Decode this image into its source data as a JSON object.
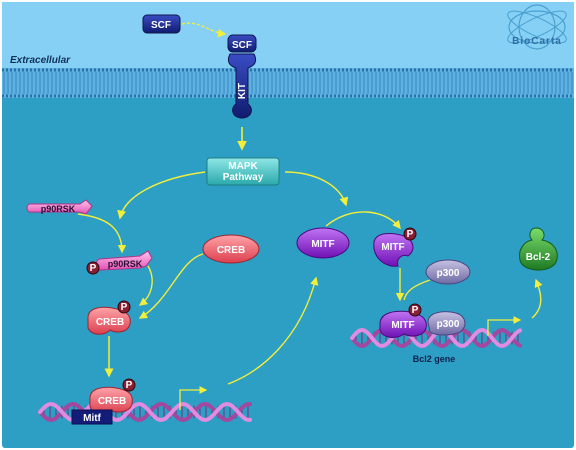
{
  "diagram": {
    "compartment_label": "Extracellular",
    "logo_text": "BioCarta",
    "nodes": {
      "scf_ligand": "SCF",
      "scf_bound": "SCF",
      "kit_receptor": "KIT",
      "mapk": [
        "MAPK",
        "Pathway"
      ],
      "p90rsk_inactive": "p90RSK",
      "p90rsk_active": "p90RSK",
      "creb_inactive": "CREB",
      "creb_active": "CREB",
      "creb_dna": "CREB",
      "mitf_gene_label": "Mitf",
      "mitf_protein": "MITF",
      "mitf_active": "MITF",
      "p300_free": "p300",
      "mitf_complex": "MITF",
      "p300_complex": "p300",
      "bcl2_gene_label": "Bcl2 gene",
      "bcl2_protein": "Bcl-2",
      "phospho": "P"
    },
    "colors": {
      "extracellular": "#86d0f5",
      "cytoplasm": "#2d9ec4",
      "membrane": "#4aa0d6",
      "arrow": "#f2ee3c",
      "scf_kit": "#1b2a8c",
      "mapk": "#3fc1c2",
      "pink": "#f46fc6",
      "creb": "#ef5f6a",
      "mitf": "#8d21d4",
      "p300": "#8e86bb",
      "bcl2": "#2e9a2e",
      "phospho": "#8a1f33",
      "dna": "#c566c2"
    }
  }
}
